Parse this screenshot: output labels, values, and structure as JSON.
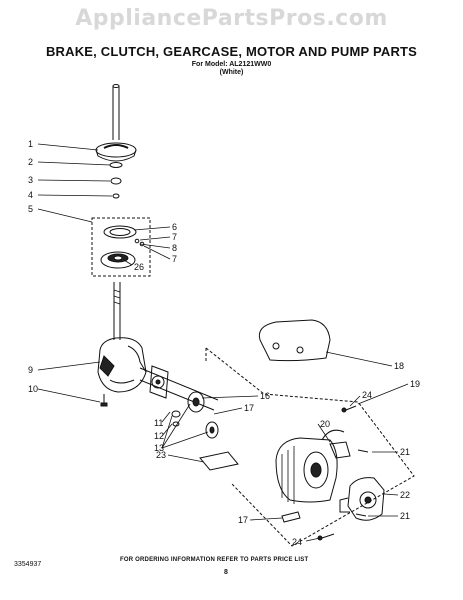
{
  "watermark": "AppliancePartsPros.com",
  "title": "BRAKE, CLUTCH, GEARCASE, MOTOR AND  PUMP PARTS",
  "subtitle_model": "For Model: AL2121WW0",
  "subtitle_color": "(White)",
  "callouts": [
    "1",
    "2",
    "3",
    "4",
    "5",
    "6",
    "7",
    "8",
    "7",
    "26",
    "9",
    "10",
    "11",
    "12",
    "13",
    "16",
    "17",
    "18",
    "19",
    "20",
    "21",
    "22",
    "21",
    "23",
    "24",
    "24",
    "17"
  ],
  "footer": {
    "doc_number": "3354937",
    "ordering_note": "FOR ORDERING INFORMATION REFER TO PARTS PRICE LIST",
    "page_number": "8"
  }
}
